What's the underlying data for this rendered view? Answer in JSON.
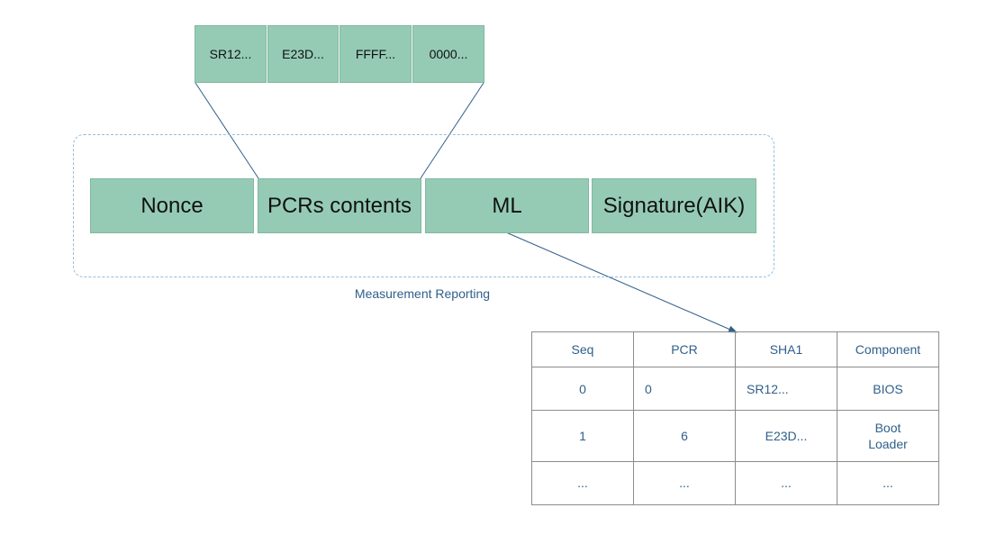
{
  "pcr_values": [
    "SR12...",
    "E23D...",
    "FFFF...",
    "0000..."
  ],
  "report_fields": [
    "Nonce",
    "PCRs contents",
    "ML",
    "Signature(AIK)"
  ],
  "group_caption": "Measurement Reporting",
  "ml_table": {
    "headers": [
      "Seq",
      "PCR",
      "SHA1",
      "Component"
    ],
    "rows": [
      [
        "0",
        "0",
        "SR12...",
        "BIOS"
      ],
      [
        "1",
        "6",
        "E23D...",
        "Boot\nLoader"
      ],
      [
        "...",
        "...",
        "...",
        "..."
      ]
    ]
  },
  "colors": {
    "cell_fill": "#95cbb5",
    "dashed_border": "#94bfdd",
    "text_blue": "#2f5f8a",
    "connector": "#2f5f8a"
  }
}
